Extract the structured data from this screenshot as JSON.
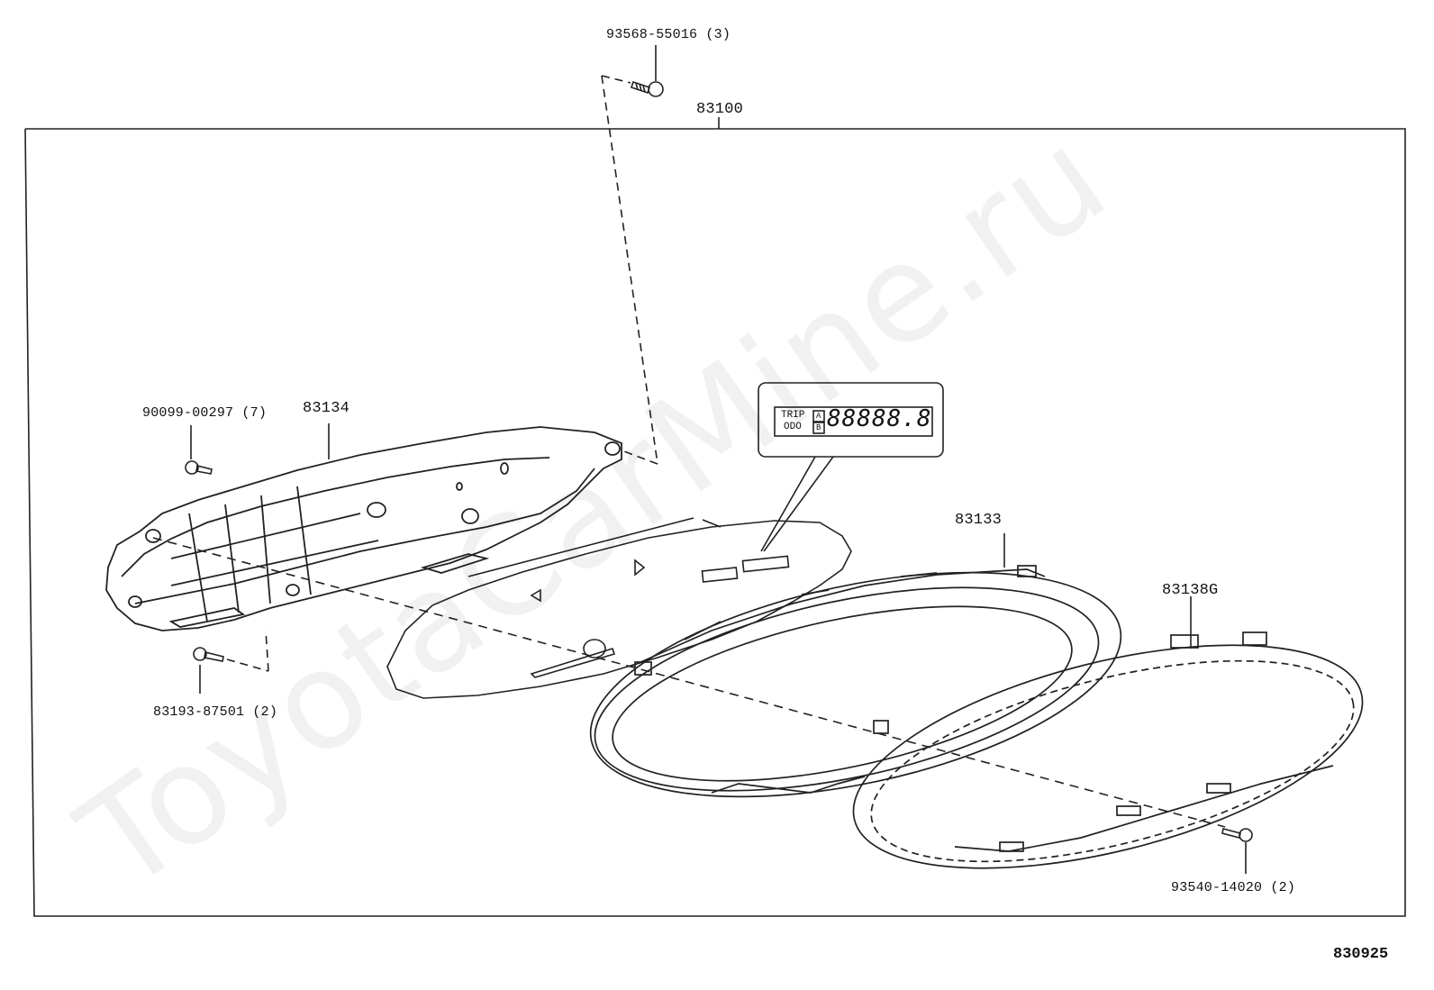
{
  "labels": {
    "part_top_bolt": "93568-55016 (3)",
    "assembly": "83100",
    "case_screw": "90099-00297 (7)",
    "case": "83134",
    "bottom_screw": "83193-87501 (2)",
    "plate": "83133",
    "glass": "83138G",
    "right_screw": "93540-14020 (2)"
  },
  "odometer_callout": {
    "trip": "TRIP",
    "odo": "ODO",
    "a": "A",
    "b": "B",
    "digits": "88888.8"
  },
  "diagram_number": "830925",
  "watermark": "ToyotaCarMine.ru"
}
